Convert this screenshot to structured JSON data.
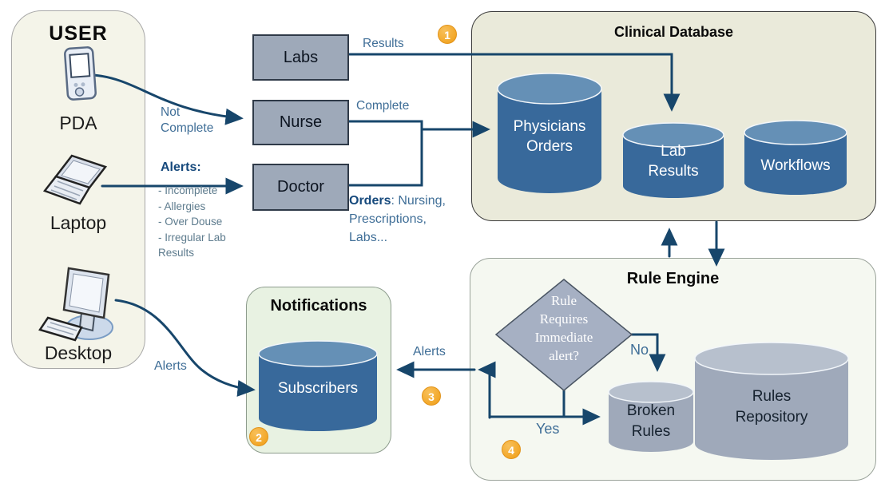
{
  "user_panel": {
    "title": "USER",
    "devices": [
      {
        "name": "pda",
        "label": "PDA"
      },
      {
        "name": "laptop",
        "label": "Laptop"
      },
      {
        "name": "desktop",
        "label": "Desktop"
      }
    ]
  },
  "actors": {
    "labs": "Labs",
    "nurse": "Nurse",
    "doctor": "Doctor"
  },
  "clinical_database": {
    "title": "Clinical Database",
    "physicians_orders": "Physicians\nOrders",
    "lab_results": "Lab\nResults",
    "workflows": "Workflows"
  },
  "rule_engine": {
    "title": "Rule Engine",
    "decision": "Rule\nRequires\nImmediate\nalert?",
    "no_label": "No",
    "yes_label": "Yes",
    "broken_rules": "Broken\nRules",
    "rules_repository": "Rules\nRepository"
  },
  "notifications": {
    "title": "Notifications",
    "subscribers": "Subscribers"
  },
  "edge_labels": {
    "results": "Results",
    "complete": "Complete",
    "not_complete": "Not\nComplete",
    "alerts_heading": "Alerts:",
    "alert_types": "- Incomplete\n- Allergies\n- Over Douse\n- Irregular Lab\nResults",
    "orders_heading": "Orders",
    "orders_detail": ": Nursing,\nPrescriptions,\nLabs...",
    "alerts_to_subscribers": "Alerts",
    "alerts_from_desktop": "Alerts"
  },
  "step_badges": [
    "1",
    "2",
    "3",
    "4"
  ],
  "colors": {
    "arrow": "#17466b",
    "blue_cylinder_body": "#38699b",
    "blue_cylinder_top": "#6590b6",
    "gray_cylinder_body": "#9fa9ba",
    "gray_cylinder_top": "#b7c0cd",
    "badge": "#f4a427",
    "panel_user": "#f4f4e9",
    "panel_clinical": "#eaeada",
    "panel_rule_engine": "#f5f8f1",
    "panel_notifications": "#e8f2e2"
  }
}
